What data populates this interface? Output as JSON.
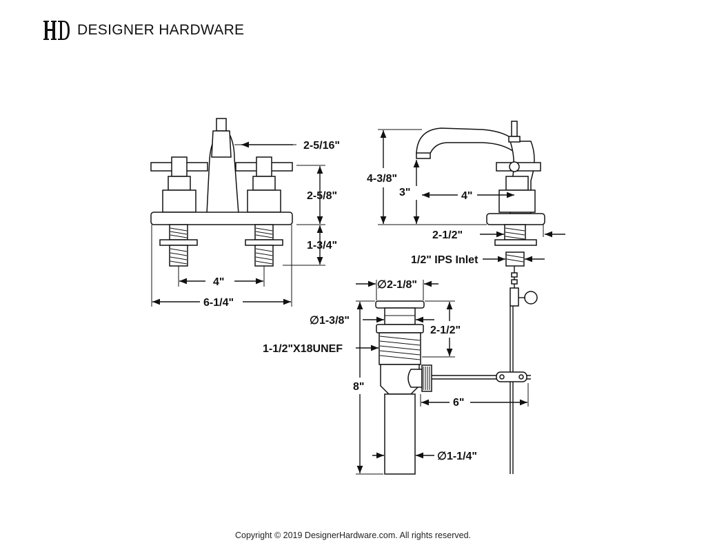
{
  "brand": {
    "logo_icon": "dh-monogram-icon",
    "name": "DESIGNER HARDWARE"
  },
  "dimensions": {
    "front_spout_height": "2-5/16\"",
    "front_handle_height": "2-5/8\"",
    "front_shank_length": "1-3/4\"",
    "front_center_spread": "4\"",
    "front_overall_width": "6-1/4\"",
    "side_overall_height": "4-3/8\"",
    "side_spout_clearance": "3\"",
    "side_spout_reach": "4\"",
    "side_deck_max": "2-1/2\"",
    "side_inlet": "1/2\" IPS Inlet",
    "drain_flange_diameter": "∅2-1/8\"",
    "drain_body_diameter": "∅1-3/8\"",
    "drain_thread": "1-1/2\"X18UNEF",
    "drain_upper_height": "2-1/2\"",
    "drain_overall_length": "8\"",
    "drain_lift_rod": "6\"",
    "drain_tailpiece_diameter": "∅1-1/4\""
  },
  "footer": {
    "copyright": "Copyright © 2019 DesignerHardware.com. All rights reserved."
  }
}
